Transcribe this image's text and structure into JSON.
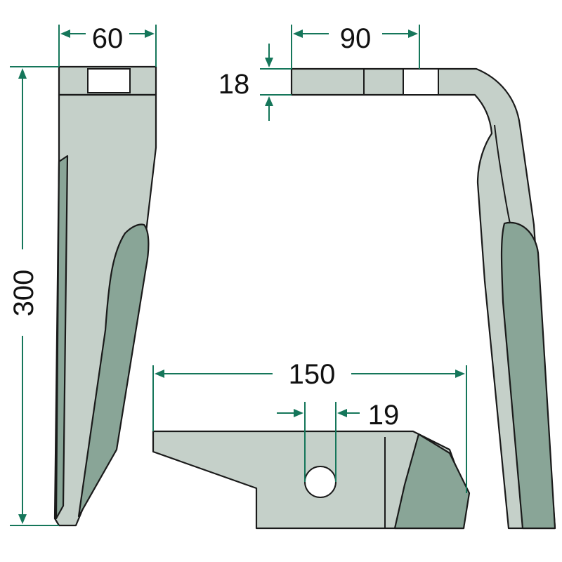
{
  "dimensions": {
    "width_top": "60",
    "height_total": "300",
    "offset_side": "90",
    "thickness": "18",
    "length_bottom": "150",
    "hole_diameter": "19"
  },
  "colors": {
    "steel_light": "#c5d0c9",
    "steel_dark": "#89a597",
    "dimension_line": "#15765a",
    "outline": "#1a1a1a"
  }
}
